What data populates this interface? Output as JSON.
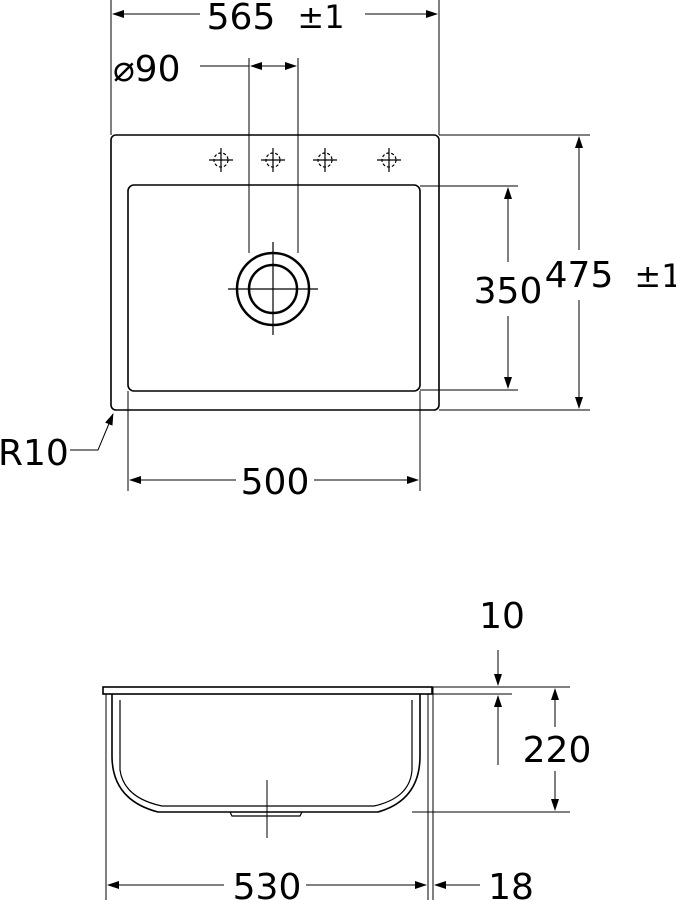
{
  "top_view": {
    "overall_width": "565",
    "overall_width_tolerance": "±1",
    "drain_diameter": "⌀90",
    "bowl_length": "350",
    "overall_depth": "475",
    "overall_depth_tolerance": "±1",
    "corner_radius": "R10",
    "bowl_width": "500",
    "tap_hole_icon": "crosshair-icon"
  },
  "side_view": {
    "rim_thickness": "10",
    "bowl_depth": "220",
    "base_width": "530",
    "flange_width": "18"
  }
}
